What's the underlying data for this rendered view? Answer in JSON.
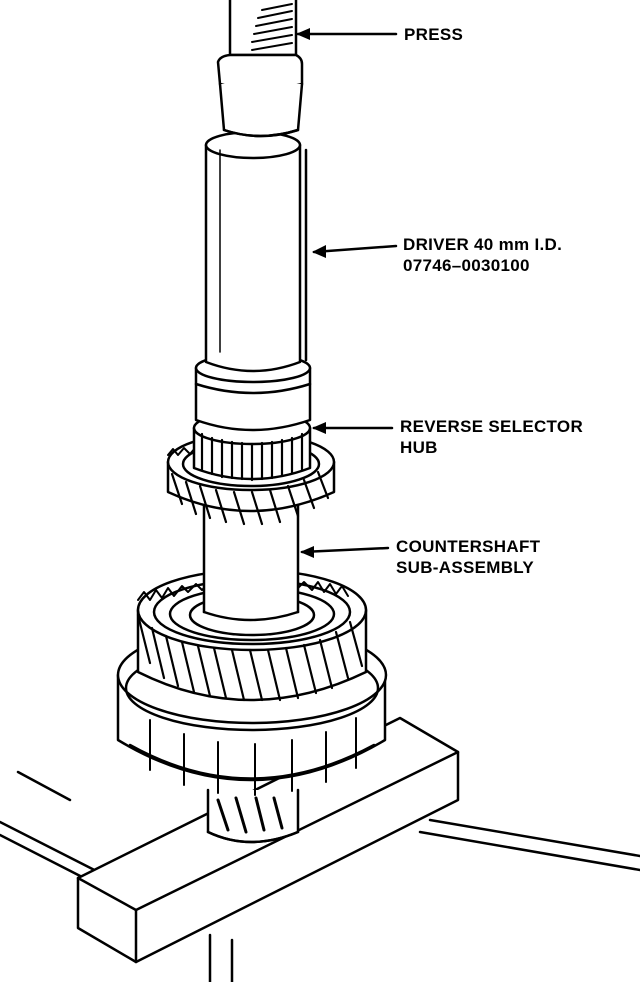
{
  "labels": {
    "press": "PRESS",
    "driver_line1": "DRIVER  40 mm I.D.",
    "driver_line2": "07746–0030100",
    "reverse_hub_line1": "REVERSE SELECTOR",
    "reverse_hub_line2": "HUB",
    "countershaft_line1": "COUNTERSHAFT",
    "countershaft_line2": "SUB-ASSEMBLY"
  },
  "colors": {
    "ink": "#000000",
    "paper": "#ffffff"
  }
}
